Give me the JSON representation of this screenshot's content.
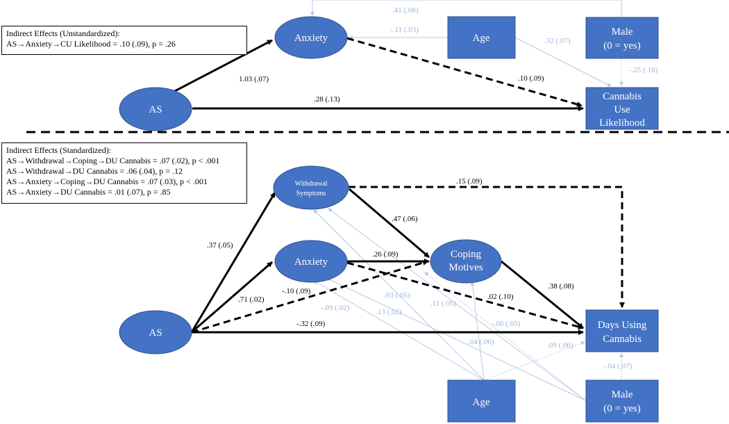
{
  "top": {
    "indirect_title": "Indirect Effects (Unstandardized):",
    "indirect_effects": [
      "AS→Anxiety→CU Likelihood = .10 (.09), p = .26"
    ],
    "nodes": {
      "as": "AS",
      "anxiety": "Anxiety",
      "age": "Age",
      "male": [
        "Male",
        "(0 = yes)"
      ],
      "outcome": [
        "Cannabis",
        "Use",
        "Likelihood"
      ]
    },
    "edges": {
      "as_anxiety": "1.03 (.07)",
      "as_outcome": ".28 (.13)",
      "anxiety_outcome": ".10 (.09)",
      "male_anxiety": ".41 (.08)",
      "age_anxiety": "-.11 (.03)",
      "age_outcome": ".32 (.07)",
      "male_outcome": "-.25 (.16)"
    }
  },
  "bottom": {
    "indirect_title": "Indirect Effects (Standardized):",
    "indirect_effects": [
      "AS→Withdrawal→Coping→DU Cannabis = .07 (.02), p < .001",
      "AS→Withdrawal→DU Cannabis = .06 (.04), p = .12",
      "AS→Anxiety→Coping→DU Cannabis = .07 (.03), p < .001",
      "AS→Anxiety→DU Cannabis = .01 (.07), p = .85"
    ],
    "nodes": {
      "withdrawal": [
        "Withdrawal",
        "Symptoms"
      ],
      "anxiety": "Anxiety",
      "coping": [
        "Coping",
        "Motives"
      ],
      "as": "AS",
      "outcome": [
        "Days Using",
        "Cannabis"
      ],
      "age": "Age",
      "male": [
        "Male",
        "(0 = yes)"
      ]
    },
    "edges": {
      "as_withdrawal": ".37 (.05)",
      "as_anxiety": ".71 (.02)",
      "as_coping": "-.10 (.09)",
      "as_outcome": "-.32 (.09)",
      "withdrawal_outcome": ".15 (.09)",
      "withdrawal_coping": ".47 (.06)",
      "anxiety_coping": ".26 (.09)",
      "anxiety_outcome": ".02 (.10)",
      "coping_outcome": ".38 (.08)",
      "age_withdrawal": ".03 (.05)",
      "male_withdrawal": ".11 (.05)",
      "age_anxiety": "-.09 (.02)",
      "male_anxiety": ".13 (.02)",
      "male_coping": "-.06 (.05)",
      "age_coping": ".04 (.06)",
      "age_outcome": ".09 (.06)",
      "male_outcome": "-.04 (.07)"
    }
  }
}
